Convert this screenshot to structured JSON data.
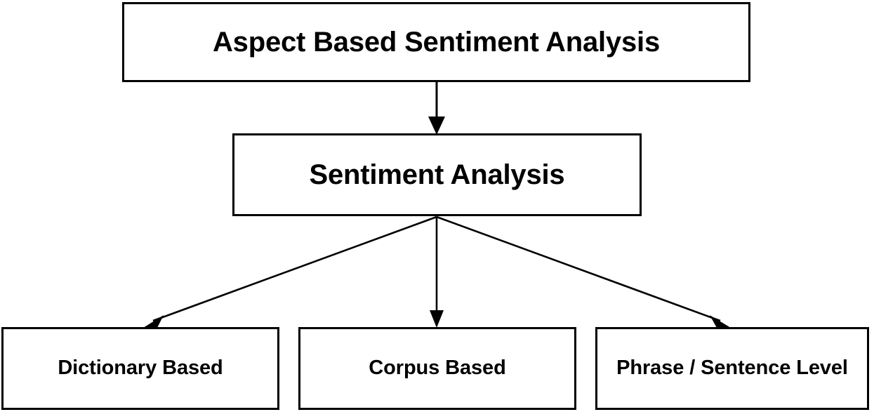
{
  "diagram": {
    "title_text": "Aspect Based Sentiment Analysis",
    "type": "hierarchy-flowchart",
    "colors": {
      "background": "#ffffff",
      "stroke": "#000000",
      "text": "#000000",
      "fill": "#ffffff"
    },
    "nodes": {
      "root": {
        "label": "Aspect Based Sentiment Analysis"
      },
      "level2": {
        "label": "Sentiment Analysis"
      },
      "leaves": [
        {
          "label": "Dictionary Based"
        },
        {
          "label": "Corpus Based"
        },
        {
          "label": "Phrase / Sentence Level"
        }
      ]
    },
    "edges": [
      {
        "from": "Aspect Based Sentiment Analysis",
        "to": "Sentiment Analysis",
        "style": "solid-arrow"
      },
      {
        "from": "Sentiment Analysis",
        "to": "Dictionary Based",
        "style": "solid-arrow"
      },
      {
        "from": "Sentiment Analysis",
        "to": "Corpus Based",
        "style": "solid-arrow"
      },
      {
        "from": "Sentiment Analysis",
        "to": "Phrase / Sentence Level",
        "style": "solid-arrow"
      }
    ]
  }
}
